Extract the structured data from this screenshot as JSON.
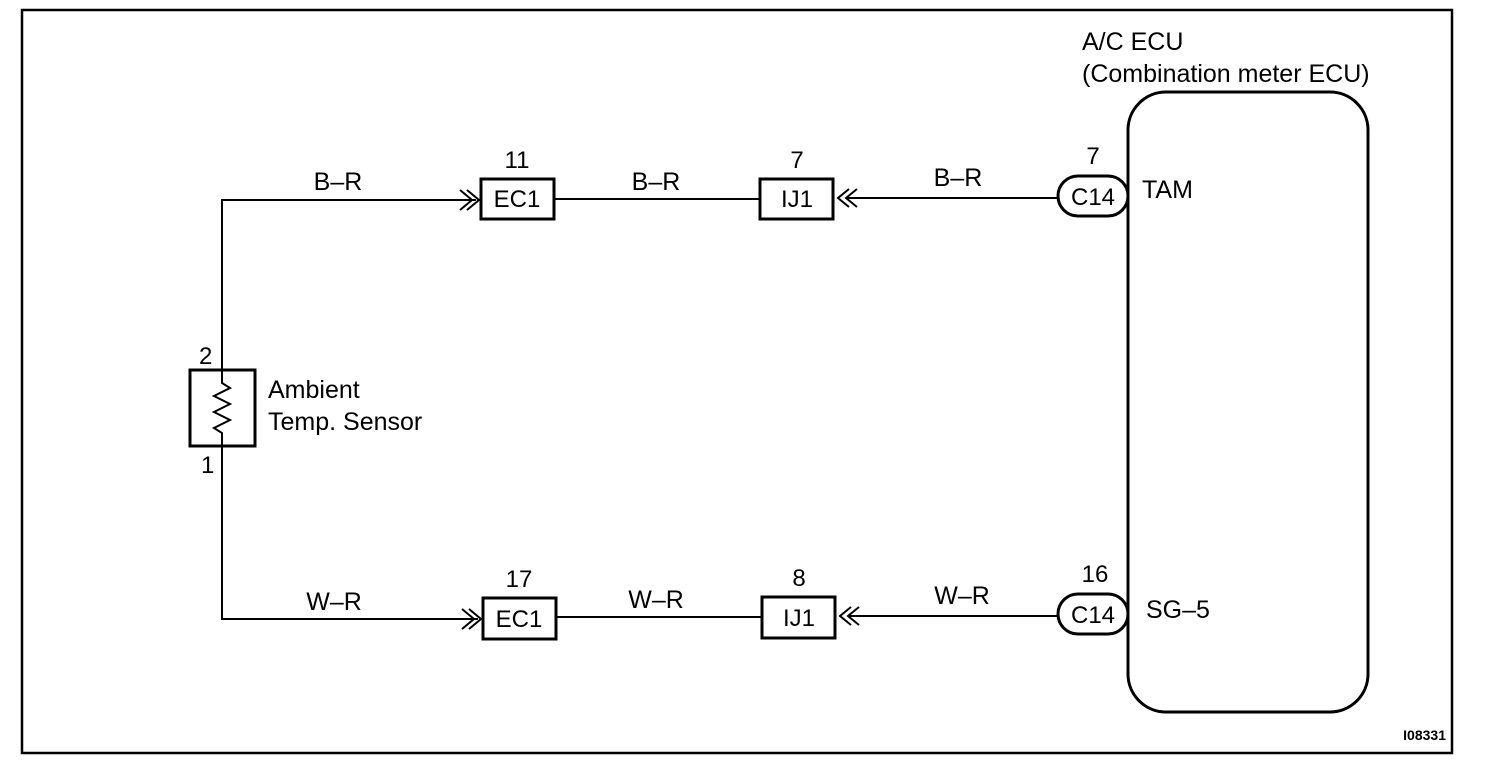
{
  "ecu": {
    "title_line1": "A/C ECU",
    "title_line2": "(Combination meter ECU)",
    "terminal_top": "TAM",
    "terminal_bottom": "SG–5"
  },
  "sensor": {
    "label_line1": "Ambient",
    "label_line2": "Temp. Sensor",
    "pin_top": "2",
    "pin_bottom": "1"
  },
  "top_circuit": {
    "wire_left": "B–R",
    "wire_mid": "B–R",
    "wire_right": "B–R",
    "ec1_pin": "11",
    "ec1_label": "EC1",
    "ij1_pin": "7",
    "ij1_label": "IJ1",
    "c14_pin": "7",
    "c14_label": "C14"
  },
  "bottom_circuit": {
    "wire_left": "W–R",
    "wire_mid": "W–R",
    "wire_right": "W–R",
    "ec1_pin": "17",
    "ec1_label": "EC1",
    "ij1_pin": "8",
    "ij1_label": "IJ1",
    "c14_pin": "16",
    "c14_label": "C14"
  },
  "figure_id": "I08331"
}
